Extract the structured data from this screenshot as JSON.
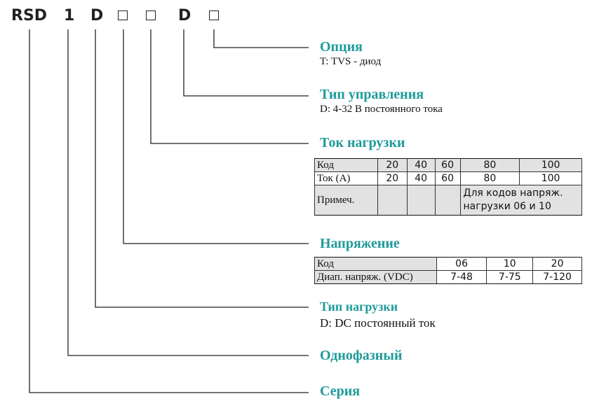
{
  "code": {
    "series": "RSD",
    "phase": "1",
    "load_type": "D",
    "control": "D"
  },
  "sections": {
    "option": {
      "title": "Опция",
      "desc": "T: TVS - диод"
    },
    "control": {
      "title": "Тип управления",
      "desc": "D: 4-32 В постоянного тока"
    },
    "current": {
      "title": "Ток нагрузки",
      "row_code": "Код",
      "row_current": "Ток (A)",
      "row_note": "Примеч.",
      "codes": [
        "20",
        "40",
        "60",
        "80",
        "100"
      ],
      "currents": [
        "20",
        "40",
        "60",
        "80",
        "100"
      ],
      "note": "Для кодов напряж. нагрузки 06 и 10"
    },
    "voltage": {
      "title": "Напряжение",
      "row_code": "Код",
      "row_range": "Диап. напряж. (VDC)",
      "codes": [
        "06",
        "10",
        "20"
      ],
      "ranges": [
        "7-48",
        "7-75",
        "7-120"
      ]
    },
    "load": {
      "title": "Тип нагрузки",
      "desc": "D: DC постоянный ток"
    },
    "phase": {
      "title": "Однофазный"
    },
    "series": {
      "title": "Серия"
    }
  },
  "colors": {
    "heading": "#1f9a9a",
    "line": "#222222",
    "shade": "#e2e2e2"
  }
}
